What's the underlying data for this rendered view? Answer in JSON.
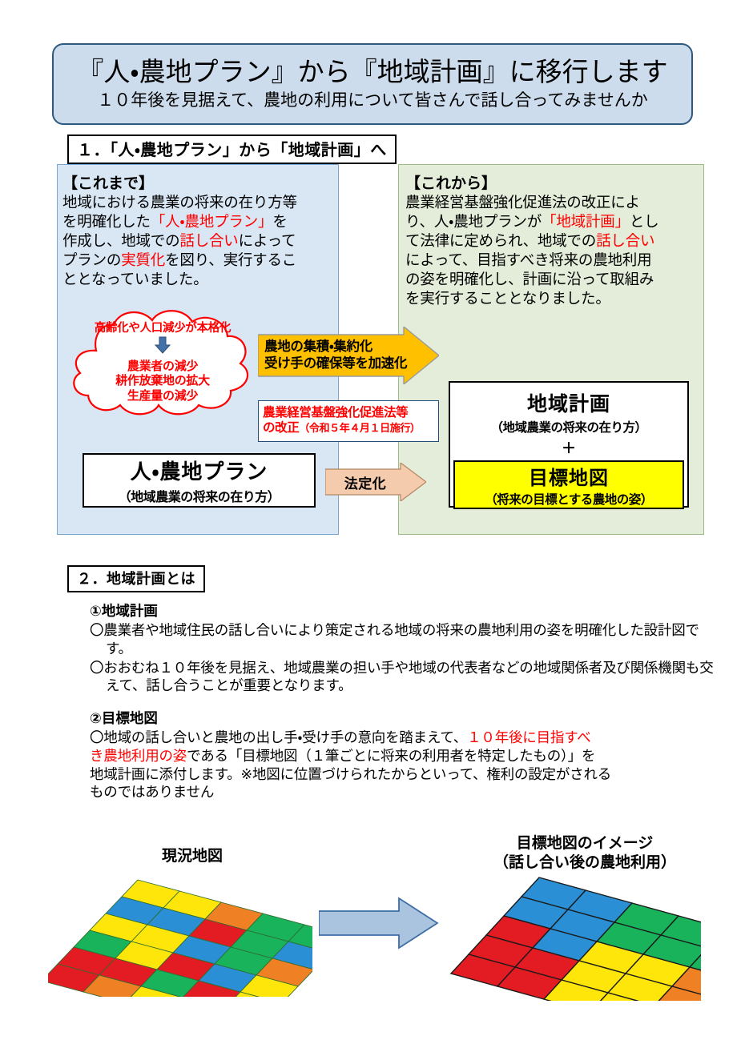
{
  "title": {
    "main": "『人・農地プラン』から『地域計画』に移行します",
    "sub": "１０年後を見据えて、農地の利用について皆さんで話し合ってみませんか",
    "bg": "#ccdcec",
    "border": "#2e5a80"
  },
  "section1": {
    "heading": "１．「人・農地プラン」から「地域計画」へ",
    "past": {
      "label": "【これまで】",
      "bg": "#d9e7f5",
      "lines": [
        [
          {
            "t": "地域における農業の将来の在り方等",
            "c": "black"
          }
        ],
        [
          {
            "t": "を明確化した",
            "c": "black"
          },
          {
            "t": "「人・農地プラン」",
            "c": "red"
          },
          {
            "t": "を",
            "c": "black"
          }
        ],
        [
          {
            "t": "作成し、地域での",
            "c": "black"
          },
          {
            "t": "話し合い",
            "c": "red"
          },
          {
            "t": "によって",
            "c": "black"
          }
        ],
        [
          {
            "t": "プランの",
            "c": "black"
          },
          {
            "t": "実質化",
            "c": "red"
          },
          {
            "t": "を図り、実行するこ",
            "c": "black"
          }
        ],
        [
          {
            "t": "ととなっていました。",
            "c": "black"
          }
        ]
      ]
    },
    "future": {
      "label": "【これから】",
      "bg": "#e3edda",
      "lines": [
        [
          {
            "t": "農業経営基盤強化促進法の改正によ",
            "c": "black"
          }
        ],
        [
          {
            "t": "り、人・農地プランが",
            "c": "black"
          },
          {
            "t": "「地域計画」",
            "c": "red"
          },
          {
            "t": "とし",
            "c": "black"
          }
        ],
        [
          {
            "t": "て法律に定められ、地域での",
            "c": "black"
          },
          {
            "t": "話し合い",
            "c": "red"
          }
        ],
        [
          {
            "t": "によって、目指すべき将来の農地利用",
            "c": "black"
          }
        ],
        [
          {
            "t": "の姿を明確化し、計画に沿って取組み",
            "c": "black"
          }
        ],
        [
          {
            "t": "を実行することとなりました。",
            "c": "black"
          }
        ]
      ]
    },
    "cloud": {
      "headline": "高齢化や人口減少が本格化",
      "arrow_color": "#4472a8",
      "items": [
        "農業者の減少",
        "耕作放棄地の拡大",
        "生産量の減少"
      ],
      "text_color": "#ff0000",
      "outline_color": "#ff0000"
    },
    "arrow_yellow": {
      "line1": "農地の集積・集約化",
      "line2": "受け手の確保等を加速化",
      "fill": "#ffc000"
    },
    "law_box": {
      "line1": "農業経営基盤強化促進法等",
      "line2_main": "の改正",
      "line2_small": "（令和５年４月１日施行）",
      "color": "#ff0000",
      "border": "#1f4e79"
    },
    "plan_box": {
      "title": "人・農地プラン",
      "sub": "（地域農業の将来の在り方）"
    },
    "arrow_peach": {
      "label": "法定化",
      "fill": "#f5cbad"
    },
    "chiiki_box": {
      "title": "地域計画",
      "sub": "（地域農業の将来の在り方）",
      "plus": "＋"
    },
    "mokuhyo_box": {
      "title": "目標地図",
      "sub": "（将来の目標とする農地の姿）",
      "fill": "#ffff00"
    }
  },
  "section2": {
    "heading": "２．地域計画とは",
    "item1_head": "①地域計画",
    "item1_bullets": [
      "〇農業者や地域住民の話し合いにより策定される地域の将来の農地利用の姿を明確化した設計図です。",
      "〇おおむね１０年後を見据え、地域農業の担い手や地域の代表者などの地域関係者及び関係機関も交えて、話し合うことが重要となります。"
    ],
    "item2_head": "②目標地図",
    "item2_lines": [
      [
        {
          "t": "〇地域の話し合いと農地の出し手・受け手の意向を踏まえて、",
          "c": "black"
        },
        {
          "t": "１０年後に目指すべ",
          "c": "red"
        }
      ],
      [
        {
          "t": "き農地利用の姿",
          "c": "red"
        },
        {
          "t": "である「目標地図（１筆ごとに将来の利用者を特定したもの）」を",
          "c": "black"
        }
      ],
      [
        {
          "t": "地域計画に添付します。※地図に位置づけられたからといって、権利の設定がされる",
          "c": "black"
        }
      ],
      [
        {
          "t": "ものではありません",
          "c": "black"
        }
      ]
    ]
  },
  "maps": {
    "current_caption": "現況地図",
    "target_caption_line1": "目標地図のイメージ",
    "target_caption_line2": "（話し合い後の農地利用）",
    "arrow_fill": "#aac4e0",
    "arrow_border": "#3d6ea5",
    "palette": {
      "red": "#e31b23",
      "yellow": "#ffe60a",
      "green": "#19b35c",
      "blue": "#2a8fd4",
      "orange": "#ef8023"
    },
    "current_grid": [
      [
        "yellow",
        "yellow",
        "orange",
        "green",
        "green"
      ],
      [
        "blue",
        "blue",
        "red",
        "green",
        "blue"
      ],
      [
        "yellow",
        "yellow",
        "blue",
        "green",
        "orange"
      ],
      [
        "green",
        "yellow",
        "red",
        "blue",
        "yellow"
      ],
      [
        "red",
        "red",
        "green",
        "red",
        "yellow"
      ],
      [
        "red",
        "orange",
        "yellow",
        "yellow",
        "orange"
      ]
    ],
    "target_grid": [
      [
        "blue",
        "blue",
        "green",
        "green",
        "green"
      ],
      [
        "blue",
        "blue",
        "green",
        "green",
        "green"
      ],
      [
        "red",
        "blue",
        "yellow",
        "yellow",
        "orange"
      ],
      [
        "red",
        "red",
        "yellow",
        "yellow",
        "orange"
      ],
      [
        "red",
        "red",
        "yellow",
        "yellow",
        "orange"
      ]
    ]
  }
}
